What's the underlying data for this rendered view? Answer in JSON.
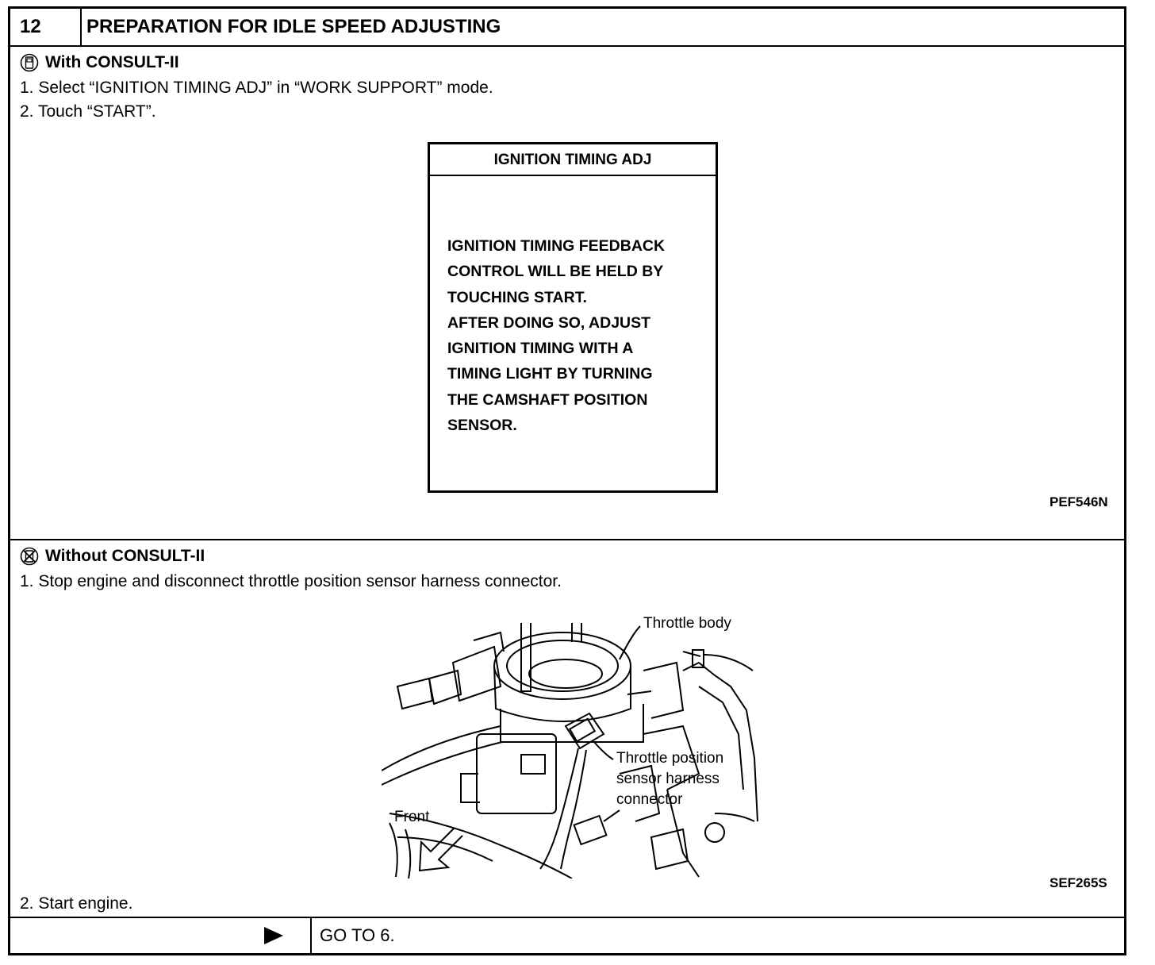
{
  "header": {
    "number": "12",
    "title": "PREPARATION FOR IDLE SPEED ADJUSTING"
  },
  "with_consult": {
    "heading": "With CONSULT-II",
    "icon": "consult-tool-icon",
    "steps": [
      "1.  Select “IGNITION TIMING ADJ” in “WORK SUPPORT” mode.",
      "2.  Touch “START”."
    ],
    "screen": {
      "title": "IGNITION TIMING ADJ",
      "lines": [
        "IGNITION TIMING FEEDBACK",
        "CONTROL WILL BE HELD BY",
        "TOUCHING START.",
        "AFTER DOING SO, ADJUST",
        "IGNITION TIMING WITH A",
        "TIMING LIGHT BY TURNING",
        "THE CAMSHAFT POSITION",
        "SENSOR."
      ]
    },
    "figure_code": "PEF546N"
  },
  "without_consult": {
    "heading": "Without CONSULT-II",
    "icon": "no-consult-tool-icon",
    "steps": [
      "1.  Stop engine and disconnect throttle position sensor harness connector.",
      "2.  Start engine."
    ],
    "illustration_labels": {
      "throttle_body": "Throttle body",
      "tps_line1": "Throttle position",
      "tps_line2": "sensor harness",
      "tps_line3": "connector",
      "front": "Front"
    },
    "figure_code": "SEF265S"
  },
  "footer": {
    "arrow_icon": "right-triangle-icon",
    "action": "GO TO 6."
  }
}
